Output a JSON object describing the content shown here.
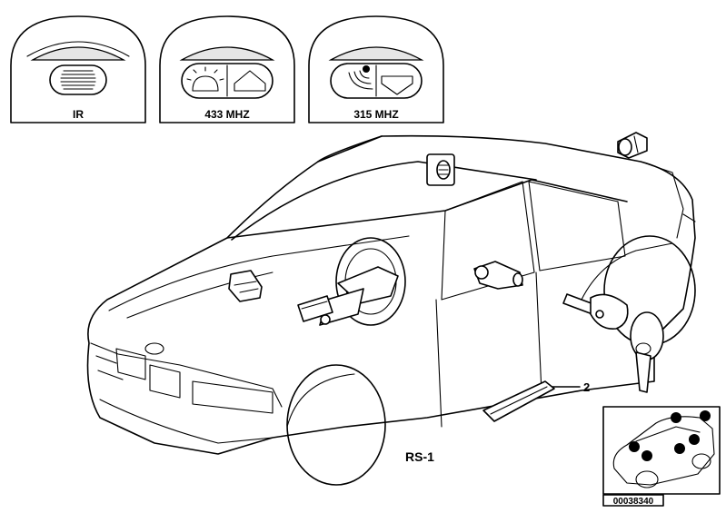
{
  "fobs": [
    {
      "label": "IR"
    },
    {
      "label": "433 MHZ"
    },
    {
      "label": "315 MHZ"
    }
  ],
  "callouts": {
    "part_2": "2",
    "model_code": "RS-1"
  },
  "inset": {
    "part_number": "00038340"
  }
}
